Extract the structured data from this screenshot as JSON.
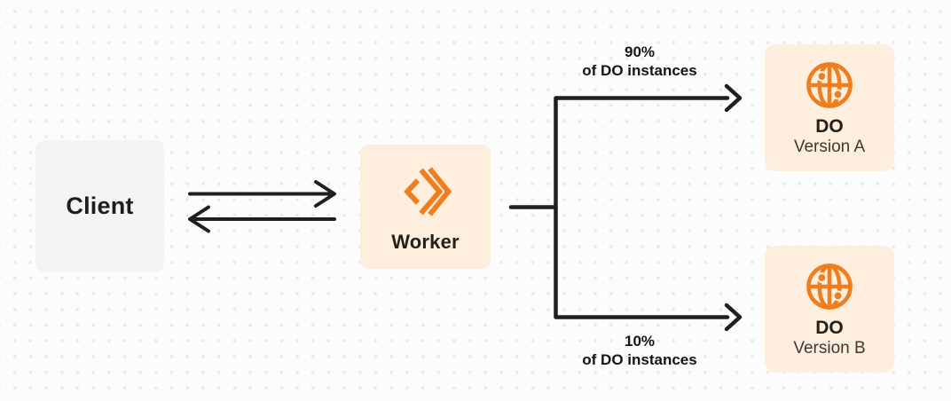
{
  "colors": {
    "background": "#fcfcfc",
    "dot_grid": "#e9e9e9",
    "client_box_bg": "#f4f4f5",
    "orange_box_bg": "#fdeedd",
    "accent_orange": "#ee7e1f",
    "connector_line": "#1f1f1f",
    "text_primary": "#1d1d1f",
    "text_secondary": "#3c3836"
  },
  "nodes": {
    "client": {
      "label": "Client"
    },
    "worker": {
      "label": "Worker",
      "icon": "workers-chevrons-icon"
    },
    "do_version_a": {
      "title": "DO",
      "subtitle": "Version A",
      "icon": "globe-icon"
    },
    "do_version_b": {
      "title": "DO",
      "subtitle": "Version B",
      "icon": "globe-icon"
    }
  },
  "edges": {
    "request": {
      "from": "client",
      "to": "worker",
      "direction": "right"
    },
    "response": {
      "from": "worker",
      "to": "client",
      "direction": "left"
    },
    "split_top": {
      "from": "worker",
      "to": "do_version_a",
      "percent": "90%",
      "caption": "of DO instances"
    },
    "split_bottom": {
      "from": "worker",
      "to": "do_version_b",
      "percent": "10%",
      "caption": "of DO instances"
    }
  }
}
